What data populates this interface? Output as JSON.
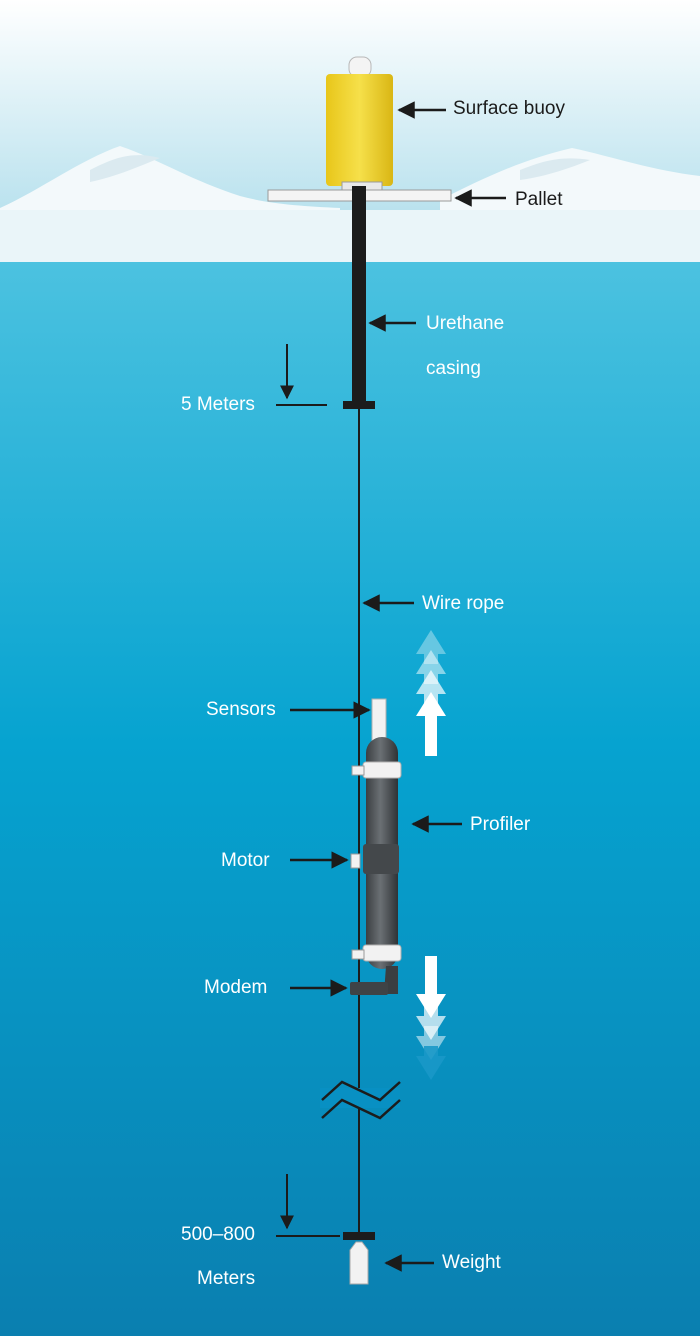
{
  "labels": {
    "surface_buoy": "Surface buoy",
    "pallet": "Pallet",
    "urethane_line1": "Urethane",
    "urethane_line2": "casing",
    "depth_top": "5 Meters",
    "wire_rope": "Wire rope",
    "sensors": "Sensors",
    "profiler": "Profiler",
    "motor": "Motor",
    "modem": "Modem",
    "depth_bottom_line1": "500–800",
    "depth_bottom_line2": "Meters",
    "weight": "Weight"
  },
  "colors": {
    "sky_top": "#ffffff",
    "sky_bottom": "#a9dbea",
    "ice": "#eaf5f9",
    "water_top": "#4cc2e0",
    "water_mid": "#06a3d0",
    "water_bottom": "#0a7fb0",
    "buoy": "#f1d626",
    "profiler": "#555a5e",
    "casing": "#1c1c1c",
    "arrow": "#1b1b1b",
    "text_sky": "#1b1b1b",
    "text_water": "#ffffff"
  },
  "motion_arrows": [
    "up",
    "down"
  ]
}
